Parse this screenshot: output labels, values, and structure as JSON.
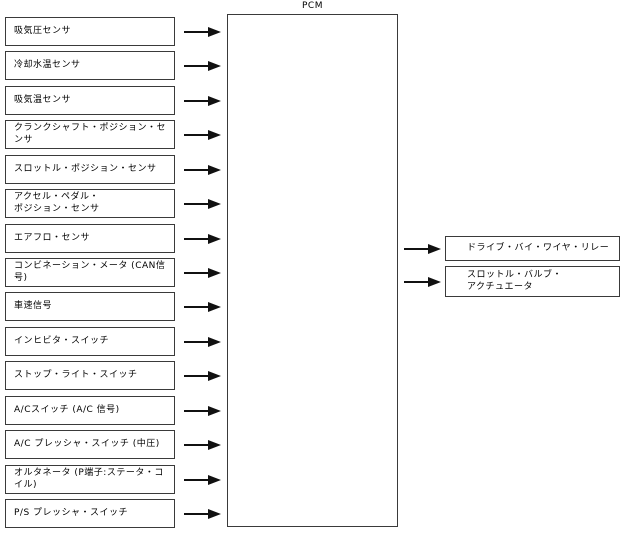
{
  "title": "PCM",
  "inputs": [
    "吸気圧センサ",
    "冷却水温センサ",
    "吸気温センサ",
    "クランクシャフト・ポジション・センサ",
    "スロットル・ポジション・センサ",
    "アクセル・ペダル・\nポジション・センサ",
    "エアフロ・センサ",
    "コンビネーション・メータ (CAN信号)",
    "車速信号",
    "インヒビタ・スイッチ",
    "ストップ・ライト・スイッチ",
    "A/Cスイッチ (A/C 信号)",
    "A/C プレッシャ・スイッチ (中圧)",
    "オルタネータ (P端子:ステータ・コイル)",
    "P/S プレッシャ・スイッチ"
  ],
  "outputs": [
    "ドライブ・バイ・ワイヤ・リレー",
    "スロットル・バルブ・\nアクチュエータ"
  ],
  "colors": {
    "line": "#3a3a3a",
    "arrow": "#111111",
    "background": "#ffffff"
  }
}
